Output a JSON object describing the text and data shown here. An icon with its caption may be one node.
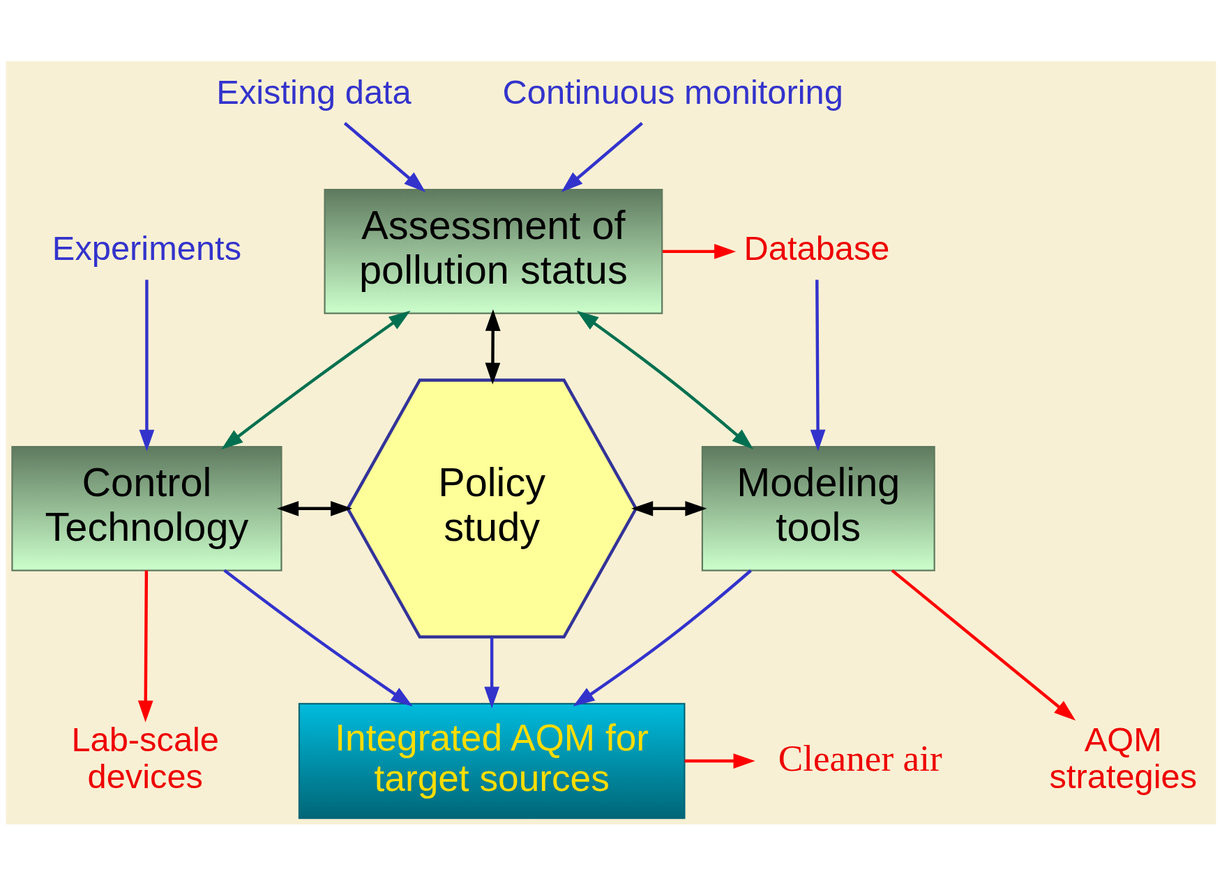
{
  "diagram": {
    "nodes": [
      {
        "text": [
          "Existing data"
        ]
      },
      {
        "text": [
          "Continuous monitoring"
        ]
      },
      {
        "text": [
          "Assessment of pollution status"
        ]
      },
      {
        "text": [
          "Database"
        ]
      },
      {
        "text": [
          "Experiments"
        ]
      },
      {
        "text": [
          "Control Technology"
        ]
      },
      {
        "text": [
          "Policy study"
        ]
      },
      {
        "text": [
          "Modeling tools"
        ]
      },
      {
        "text": [
          "Lab-scale devices"
        ]
      },
      {
        "text": [
          "AQM strategies"
        ]
      },
      {
        "text": [
          "Integrated AQM for target sources"
        ]
      },
      {
        "text": [
          "Cleaner air"
        ]
      }
    ],
    "edges": [
      {
        "from": 0,
        "to": 2,
        "arrow": "to"
      },
      {
        "from": 1,
        "to": 2,
        "arrow": "to"
      },
      {
        "from": 2,
        "to": 3,
        "arrow": "to",
        "color": "#ff0000"
      },
      {
        "from": 3,
        "to": 7,
        "arrow": "to"
      },
      {
        "from": 4,
        "to": 5,
        "arrow": "to"
      },
      {
        "from": 2,
        "to": 5,
        "arrow": "both",
        "color": "#007050"
      },
      {
        "from": 2,
        "to": 6,
        "arrow": "both",
        "color": "#000000"
      },
      {
        "from": 2,
        "to": 7,
        "arrow": "both",
        "color": "#007050"
      },
      {
        "from": 5,
        "to": 6,
        "arrow": "both",
        "color": "#000000"
      },
      {
        "from": 6,
        "to": 7,
        "arrow": "both",
        "color": "#000000"
      },
      {
        "from": 5,
        "to": 8,
        "arrow": "to",
        "color": "#ff0000"
      },
      {
        "from": 7,
        "to": 9,
        "arrow": "to",
        "color": "#ff0000"
      },
      {
        "from": 5,
        "to": 10,
        "arrow": "to"
      },
      {
        "from": 6,
        "to": 10,
        "arrow": "to"
      },
      {
        "from": 7,
        "to": 10,
        "arrow": "to"
      },
      {
        "from": 10,
        "to": 11,
        "arrow": "to",
        "color": "#ff0000"
      }
    ]
  }
}
